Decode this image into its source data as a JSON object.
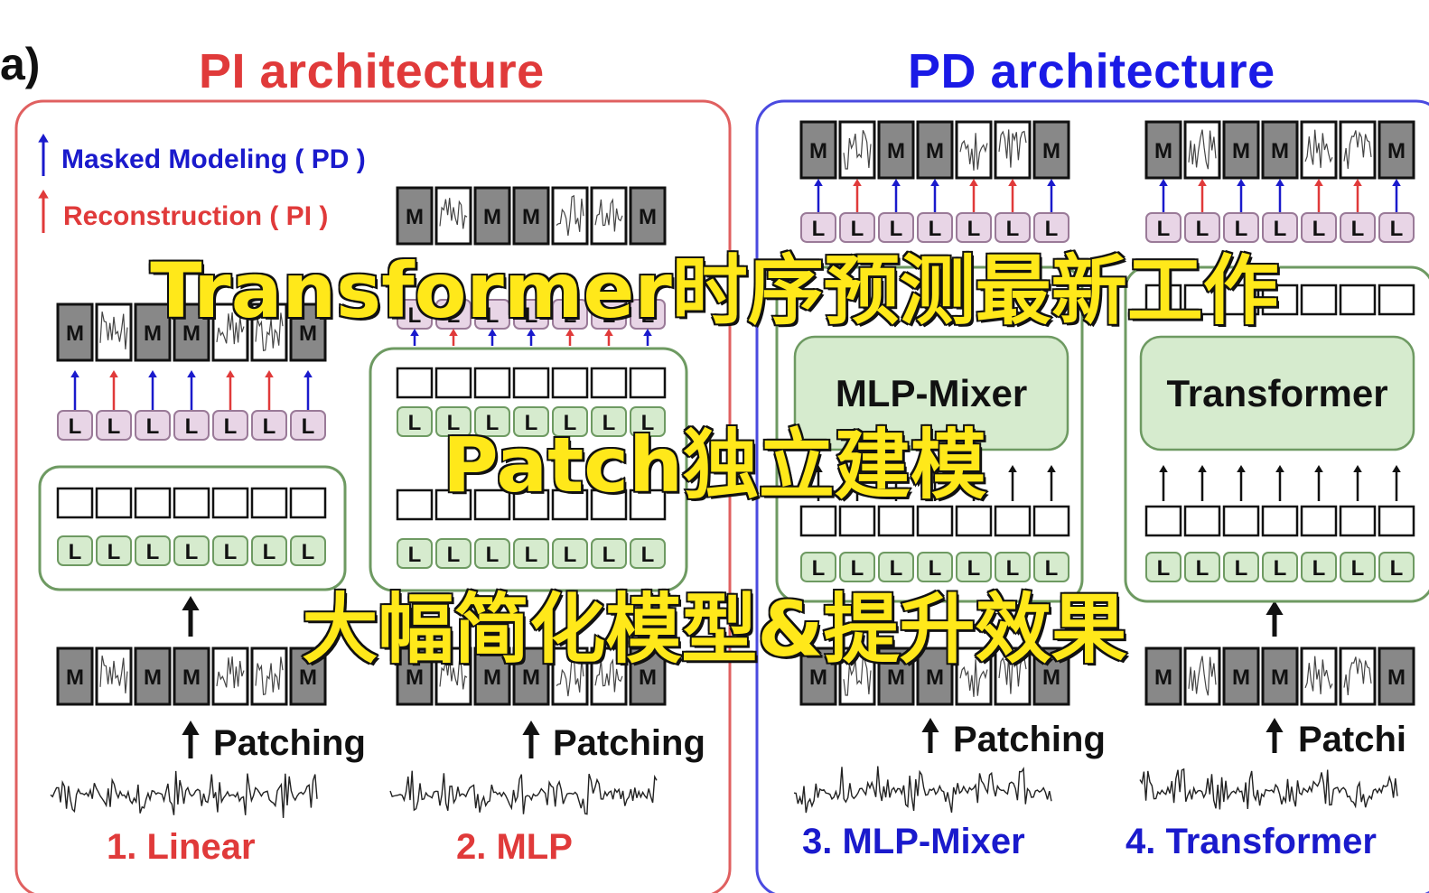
{
  "panel_label": "a)",
  "pi": {
    "title": "PI architecture",
    "title_color": "#e03a3a",
    "frame_color": "#e06060",
    "legend": [
      {
        "text": "Masked Modeling ( PD )",
        "color": "#1a1acc"
      },
      {
        "text": "Reconstruction ( PI )",
        "color": "#e03a3a"
      }
    ]
  },
  "pd": {
    "title": "PD architecture",
    "title_color": "#1a1ae6",
    "frame_color": "#4a4ae0"
  },
  "token_pattern": [
    "M",
    "W",
    "M",
    "M",
    "W",
    "W",
    "M"
  ],
  "mask_letter": "M",
  "linear_letter": "L",
  "patching_label": "Patching",
  "patching_cut_label": "Patchi",
  "encoders": [
    {
      "id": "mlp-mixer",
      "label": "MLP-Mixer"
    },
    {
      "id": "transformer",
      "label": "Transformer"
    }
  ],
  "captions": [
    {
      "text": "1. Linear",
      "color": "#e03a3a"
    },
    {
      "text": "2. MLP",
      "color": "#e03a3a"
    },
    {
      "text": "3. MLP-Mixer",
      "color": "#1a1acc"
    },
    {
      "text": "4. Transformer",
      "color": "#1a1acc"
    }
  ],
  "overlay": {
    "line1": "Transformer时序预测最新工作",
    "line2": "Patch独立建模",
    "line3": "大幅简化模型&提升效果",
    "fill": "#ffe81a"
  }
}
